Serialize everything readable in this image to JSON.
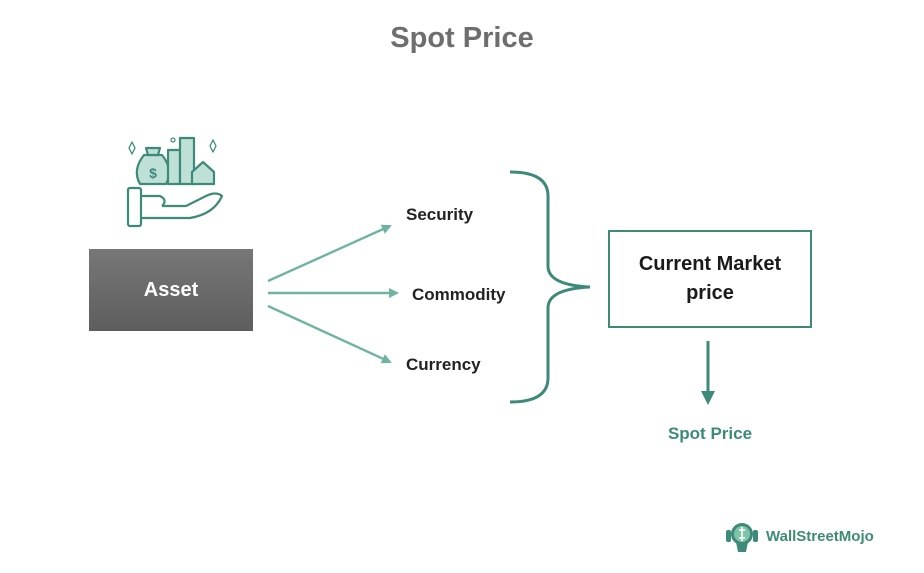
{
  "title": "Spot Price",
  "asset": {
    "label": "Asset"
  },
  "items": [
    "Security",
    "Commodity",
    "Currency"
  ],
  "market": {
    "line1": "Current Market",
    "line2": "price"
  },
  "result": "Spot Price",
  "brand": "WallStreetMojo",
  "colors": {
    "accent": "#3e8a7a",
    "asset_box": "#6a6a6a",
    "title": "#6e6e6e"
  },
  "icons": [
    "money-hand-icon",
    "wallstreetmojo-logo-icon"
  ]
}
